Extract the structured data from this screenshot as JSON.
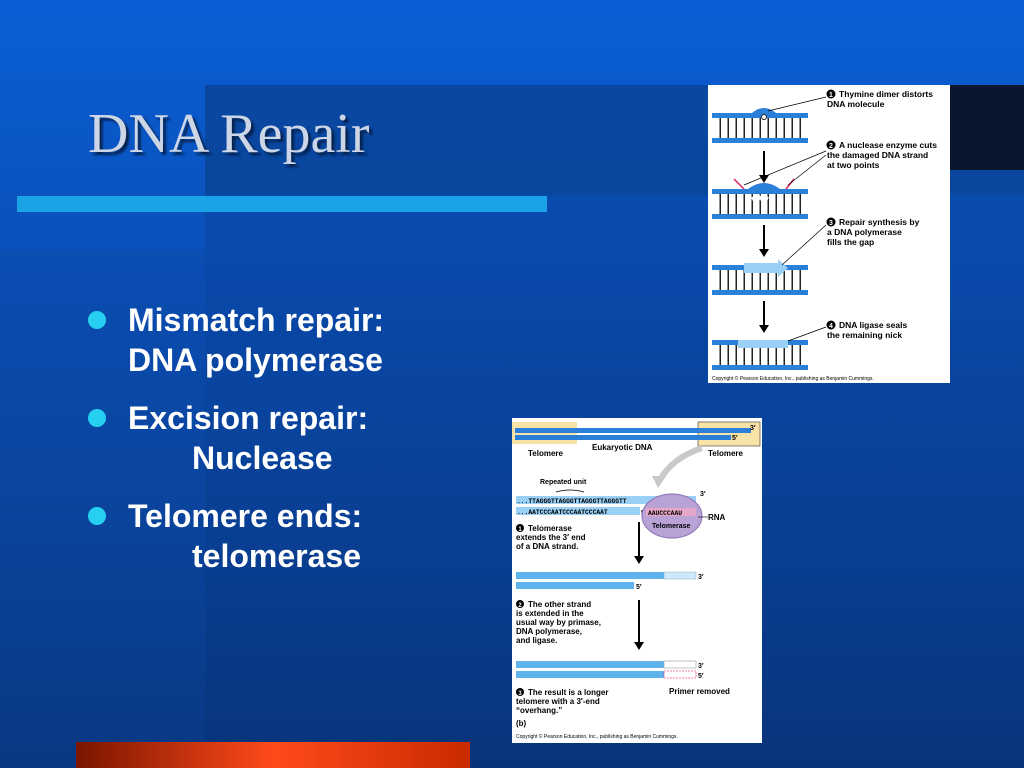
{
  "slide": {
    "title": "DNA Repair",
    "bullets": [
      {
        "line1": "Mismatch repair:",
        "line2": "DNA polymerase"
      },
      {
        "line1": "Excision repair:",
        "line2": "Nuclease"
      },
      {
        "line1": "Telomere ends:",
        "line2": "telomerase"
      }
    ]
  },
  "figure_excision": {
    "steps": [
      {
        "num": "1",
        "text": [
          "Thymine dimer distorts",
          "DNA molecule"
        ]
      },
      {
        "num": "2",
        "text": [
          "A nuclease enzyme cuts",
          "the damaged DNA strand",
          "at two points"
        ]
      },
      {
        "num": "3",
        "text": [
          "Repair synthesis by",
          "a DNA polymerase",
          "fills the gap"
        ]
      },
      {
        "num": "4",
        "text": [
          "DNA ligase seals",
          "the remaining nick"
        ]
      }
    ],
    "copyright": "Copyright © Pearson Education, Inc., publishing as Benjamin Cummings."
  },
  "figure_telomere": {
    "label_telomere_left": "Telomere",
    "label_eukaryotic": "Eukaryotic DNA",
    "label_telomere_right": "Telomere",
    "three_prime": "3′",
    "five_prime": "5′",
    "repeated_unit": "Repeated unit",
    "seq_top": "...TTAGGGTTAGGGTTAGGGTTAGGGTT",
    "seq_bottom": "...AATCCCAATCCCAATCCCAAT",
    "rna_seq": "AAUCCCAAU",
    "telomerase": "Telomerase",
    "rna": "RNA",
    "step1": [
      "Telomerase",
      "extends the 3′ end",
      "of a DNA strand."
    ],
    "step2": [
      "The other strand",
      "is extended in the",
      "usual way by primase,",
      "DNA polymerase,",
      "and ligase."
    ],
    "step3": [
      "The result is a longer",
      "telomere with a 3′-end",
      "“overhang.”"
    ],
    "primer_removed": "Primer removed",
    "panel": "(b)",
    "copyright": "Copyright © Pearson Education, Inc., publishing as Benjamin Cummings."
  },
  "colors": {
    "title_bar": "#1ba3e8",
    "bullet_dot": "#26d0f0",
    "bottom_bar": "#ff4a1a",
    "dna_blue": "#2a7fd8",
    "telomere_fill": "#f9e2a8",
    "new_strand": "#cfe6fb"
  }
}
